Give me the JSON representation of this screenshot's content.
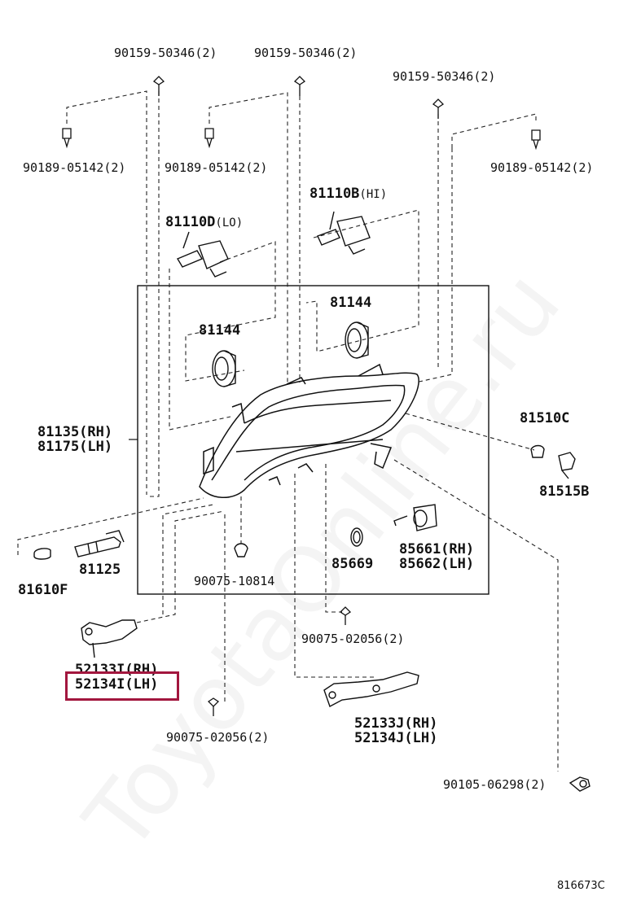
{
  "diagram": {
    "ref_code": "816673C",
    "watermark": "ToyotaOnline.ru",
    "highlight_color": "#a2163e",
    "parts": {
      "screw_90159_a": "90159-50346(2)",
      "screw_90159_b": "90159-50346(2)",
      "screw_90159_c": "90159-50346(2)",
      "nut_90189_a": "90189-05142(2)",
      "nut_90189_b": "90189-05142(2)",
      "nut_90189_c": "90189-05142(2)",
      "bulb_hi_code": "81110B",
      "bulb_hi_suffix": "(HI)",
      "bulb_lo_code": "81110D",
      "bulb_lo_suffix": "(LO)",
      "cap_right": "81144",
      "cap_left": "81144",
      "lamp_rh": "81135(RH)",
      "lamp_lh": "81175(LH)",
      "bulb_81510c": "81510C",
      "socket_81515b": "81515B",
      "socket_81125": "81125",
      "bulb_81610f": "81610F",
      "grommet_90075_10814": "90075-10814",
      "oring_85669": "85669",
      "unit_rh": "85661(RH)",
      "unit_lh": "85662(LH)",
      "bracket_i_rh": "52133I(RH)",
      "bracket_i_lh": "52134I(LH)",
      "screw_90075_a": "90075-02056(2)",
      "screw_90075_b": "90075-02056(2)",
      "bracket_j_rh": "52133J(RH)",
      "bracket_j_lh": "52134J(LH)",
      "bolt_90105": "90105-06298(2)"
    }
  }
}
